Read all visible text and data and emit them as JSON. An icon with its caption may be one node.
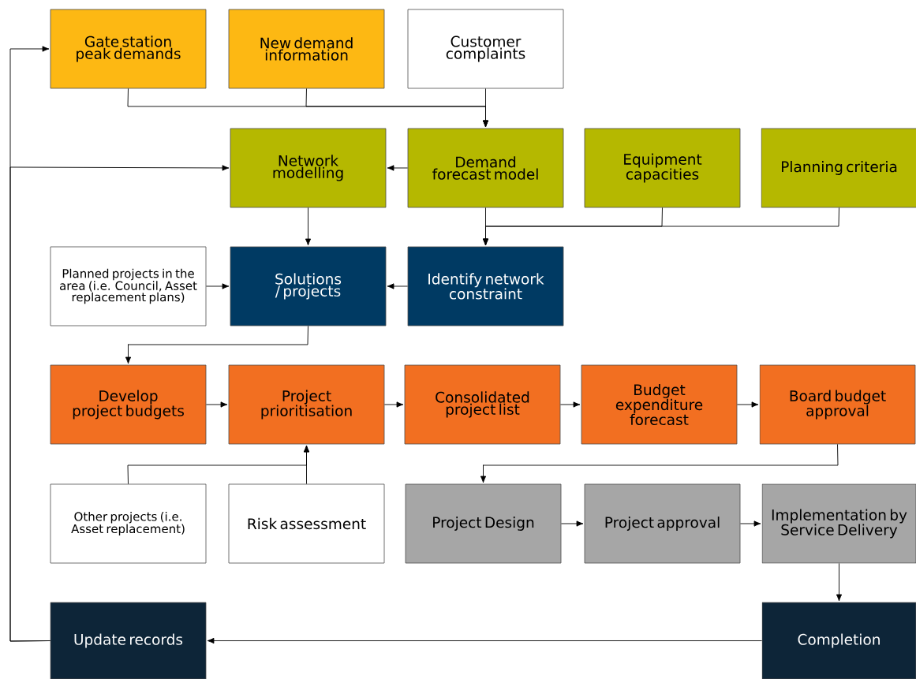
{
  "diagram": {
    "nodes": [
      {
        "text": [
          "Gate station peak demands"
        ]
      },
      {
        "text": [
          "New demand information"
        ]
      },
      {
        "text": [
          "Customer complaints"
        ]
      },
      {
        "text": [
          "Network modelling"
        ]
      },
      {
        "text": [
          "Demand forecast model"
        ]
      },
      {
        "text": [
          "Equipment capacities"
        ]
      },
      {
        "text": [
          "Planning criteria"
        ]
      },
      {
        "text": [
          "Planned projects in the area (i.e. Council, Asset replacement plans)"
        ]
      },
      {
        "text": [
          "Solutions / projects"
        ]
      },
      {
        "text": [
          "Identify network constraint"
        ]
      },
      {
        "text": [
          "Develop project budgets"
        ]
      },
      {
        "text": [
          "Project prioritisation"
        ]
      },
      {
        "text": [
          "Consolidated project list"
        ]
      },
      {
        "text": [
          "Budget expenditure forecast"
        ]
      },
      {
        "text": [
          "Board budget approval"
        ]
      },
      {
        "text": [
          "Other projects (i.e. Asset replacement)"
        ]
      },
      {
        "text": [
          "Risk assessment"
        ]
      },
      {
        "text": [
          "Project Design"
        ]
      },
      {
        "text": [
          "Project approval"
        ]
      },
      {
        "text": [
          "Implementation by Service Delivery"
        ]
      },
      {
        "text": [
          "Update records"
        ]
      },
      {
        "text": [
          "Completion"
        ]
      }
    ],
    "edges": [
      {
        "from": 0,
        "to": 4,
        "arrow": "to"
      },
      {
        "from": 1,
        "to": 4,
        "arrow": "to"
      },
      {
        "from": 2,
        "to": 4,
        "arrow": "to"
      },
      {
        "from": 4,
        "to": 3,
        "arrow": "to"
      },
      {
        "from": 4,
        "to": 9,
        "arrow": "to"
      },
      {
        "from": 5,
        "to": 9,
        "arrow": "to"
      },
      {
        "from": 6,
        "to": 9,
        "arrow": "to"
      },
      {
        "from": 3,
        "to": 8,
        "arrow": "to"
      },
      {
        "from": 7,
        "to": 8,
        "arrow": "to"
      },
      {
        "from": 9,
        "to": 8,
        "arrow": "to"
      },
      {
        "from": 8,
        "to": 10,
        "arrow": "to"
      },
      {
        "from": 10,
        "to": 11,
        "arrow": "to"
      },
      {
        "from": 11,
        "to": 12,
        "arrow": "to"
      },
      {
        "from": 12,
        "to": 13,
        "arrow": "to"
      },
      {
        "from": 13,
        "to": 14,
        "arrow": "to"
      },
      {
        "from": 15,
        "to": 11,
        "arrow": "to"
      },
      {
        "from": 16,
        "to": 11,
        "arrow": "to"
      },
      {
        "from": 14,
        "to": 17,
        "arrow": "to"
      },
      {
        "from": 17,
        "to": 18,
        "arrow": "to"
      },
      {
        "from": 18,
        "to": 19,
        "arrow": "to"
      },
      {
        "from": 19,
        "to": 21,
        "arrow": "to"
      },
      {
        "from": 21,
        "to": 20,
        "arrow": "to"
      },
      {
        "from": 20,
        "to": 0,
        "arrow": "to"
      },
      {
        "from": 20,
        "to": 3,
        "arrow": "to"
      }
    ]
  }
}
